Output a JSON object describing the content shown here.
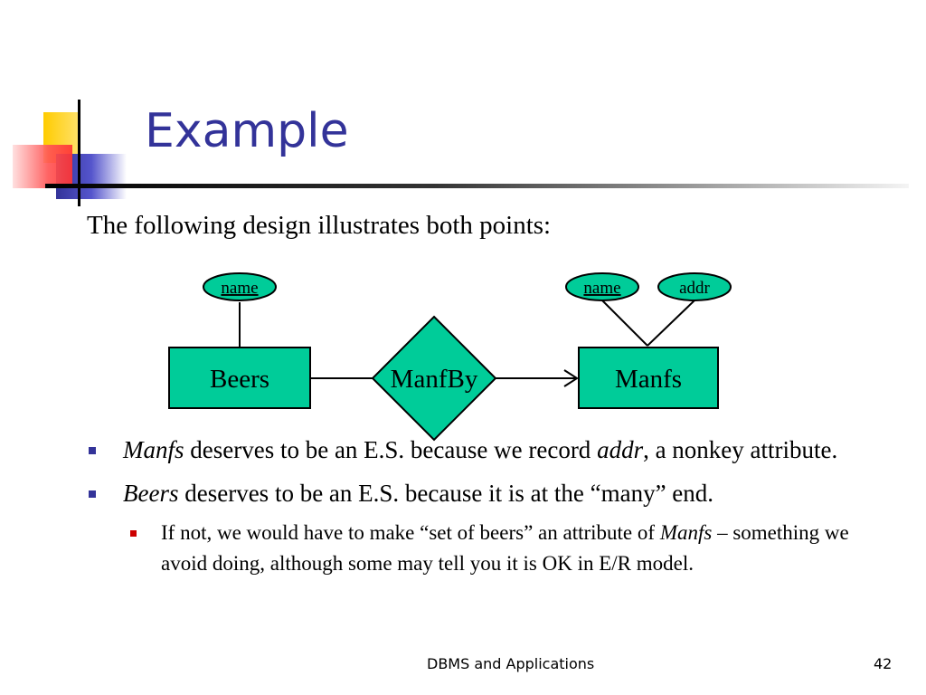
{
  "slide": {
    "title": "Example",
    "intro": "The following design illustrates both points:"
  },
  "diagram": {
    "entities": [
      {
        "label": "Beers"
      },
      {
        "label": "Manfs"
      }
    ],
    "relationship": {
      "label": "ManfBy"
    },
    "attributes": [
      {
        "label": "name",
        "of": "Beers",
        "key": true
      },
      {
        "label": "name",
        "of": "Manfs",
        "key": true
      },
      {
        "label": "addr",
        "of": "Manfs",
        "key": false
      }
    ],
    "colors": {
      "fill": "#00cc99",
      "stroke": "#000000"
    }
  },
  "bullets": [
    {
      "runs": [
        {
          "text": "Manfs",
          "italic": true
        },
        {
          "text": " deserves to be an E.S. because we record  ",
          "italic": false
        },
        {
          "text": "addr",
          "italic": true
        },
        {
          "text": ", a nonkey attribute.",
          "italic": false
        }
      ]
    },
    {
      "runs": [
        {
          "text": "Beers",
          "italic": true
        },
        {
          "text": " deserves to be an E.S. because it is at the “many” end.",
          "italic": false
        }
      ],
      "sub": [
        {
          "runs": [
            {
              "text": "If not, we would have to make “set of beers” an attribute of  ",
              "italic": false
            },
            {
              "text": "Manfs",
              "italic": true
            },
            {
              "text": " – something we avoid doing, although some may tell you it is OK in E/R model.",
              "italic": false
            }
          ]
        }
      ]
    }
  ],
  "footer": {
    "text": "DBMS and Applications",
    "page": "42"
  },
  "decor": {
    "accent_blue": "#333399",
    "accent_yellow": "#ffcc00",
    "accent_red": "#ff3333"
  }
}
